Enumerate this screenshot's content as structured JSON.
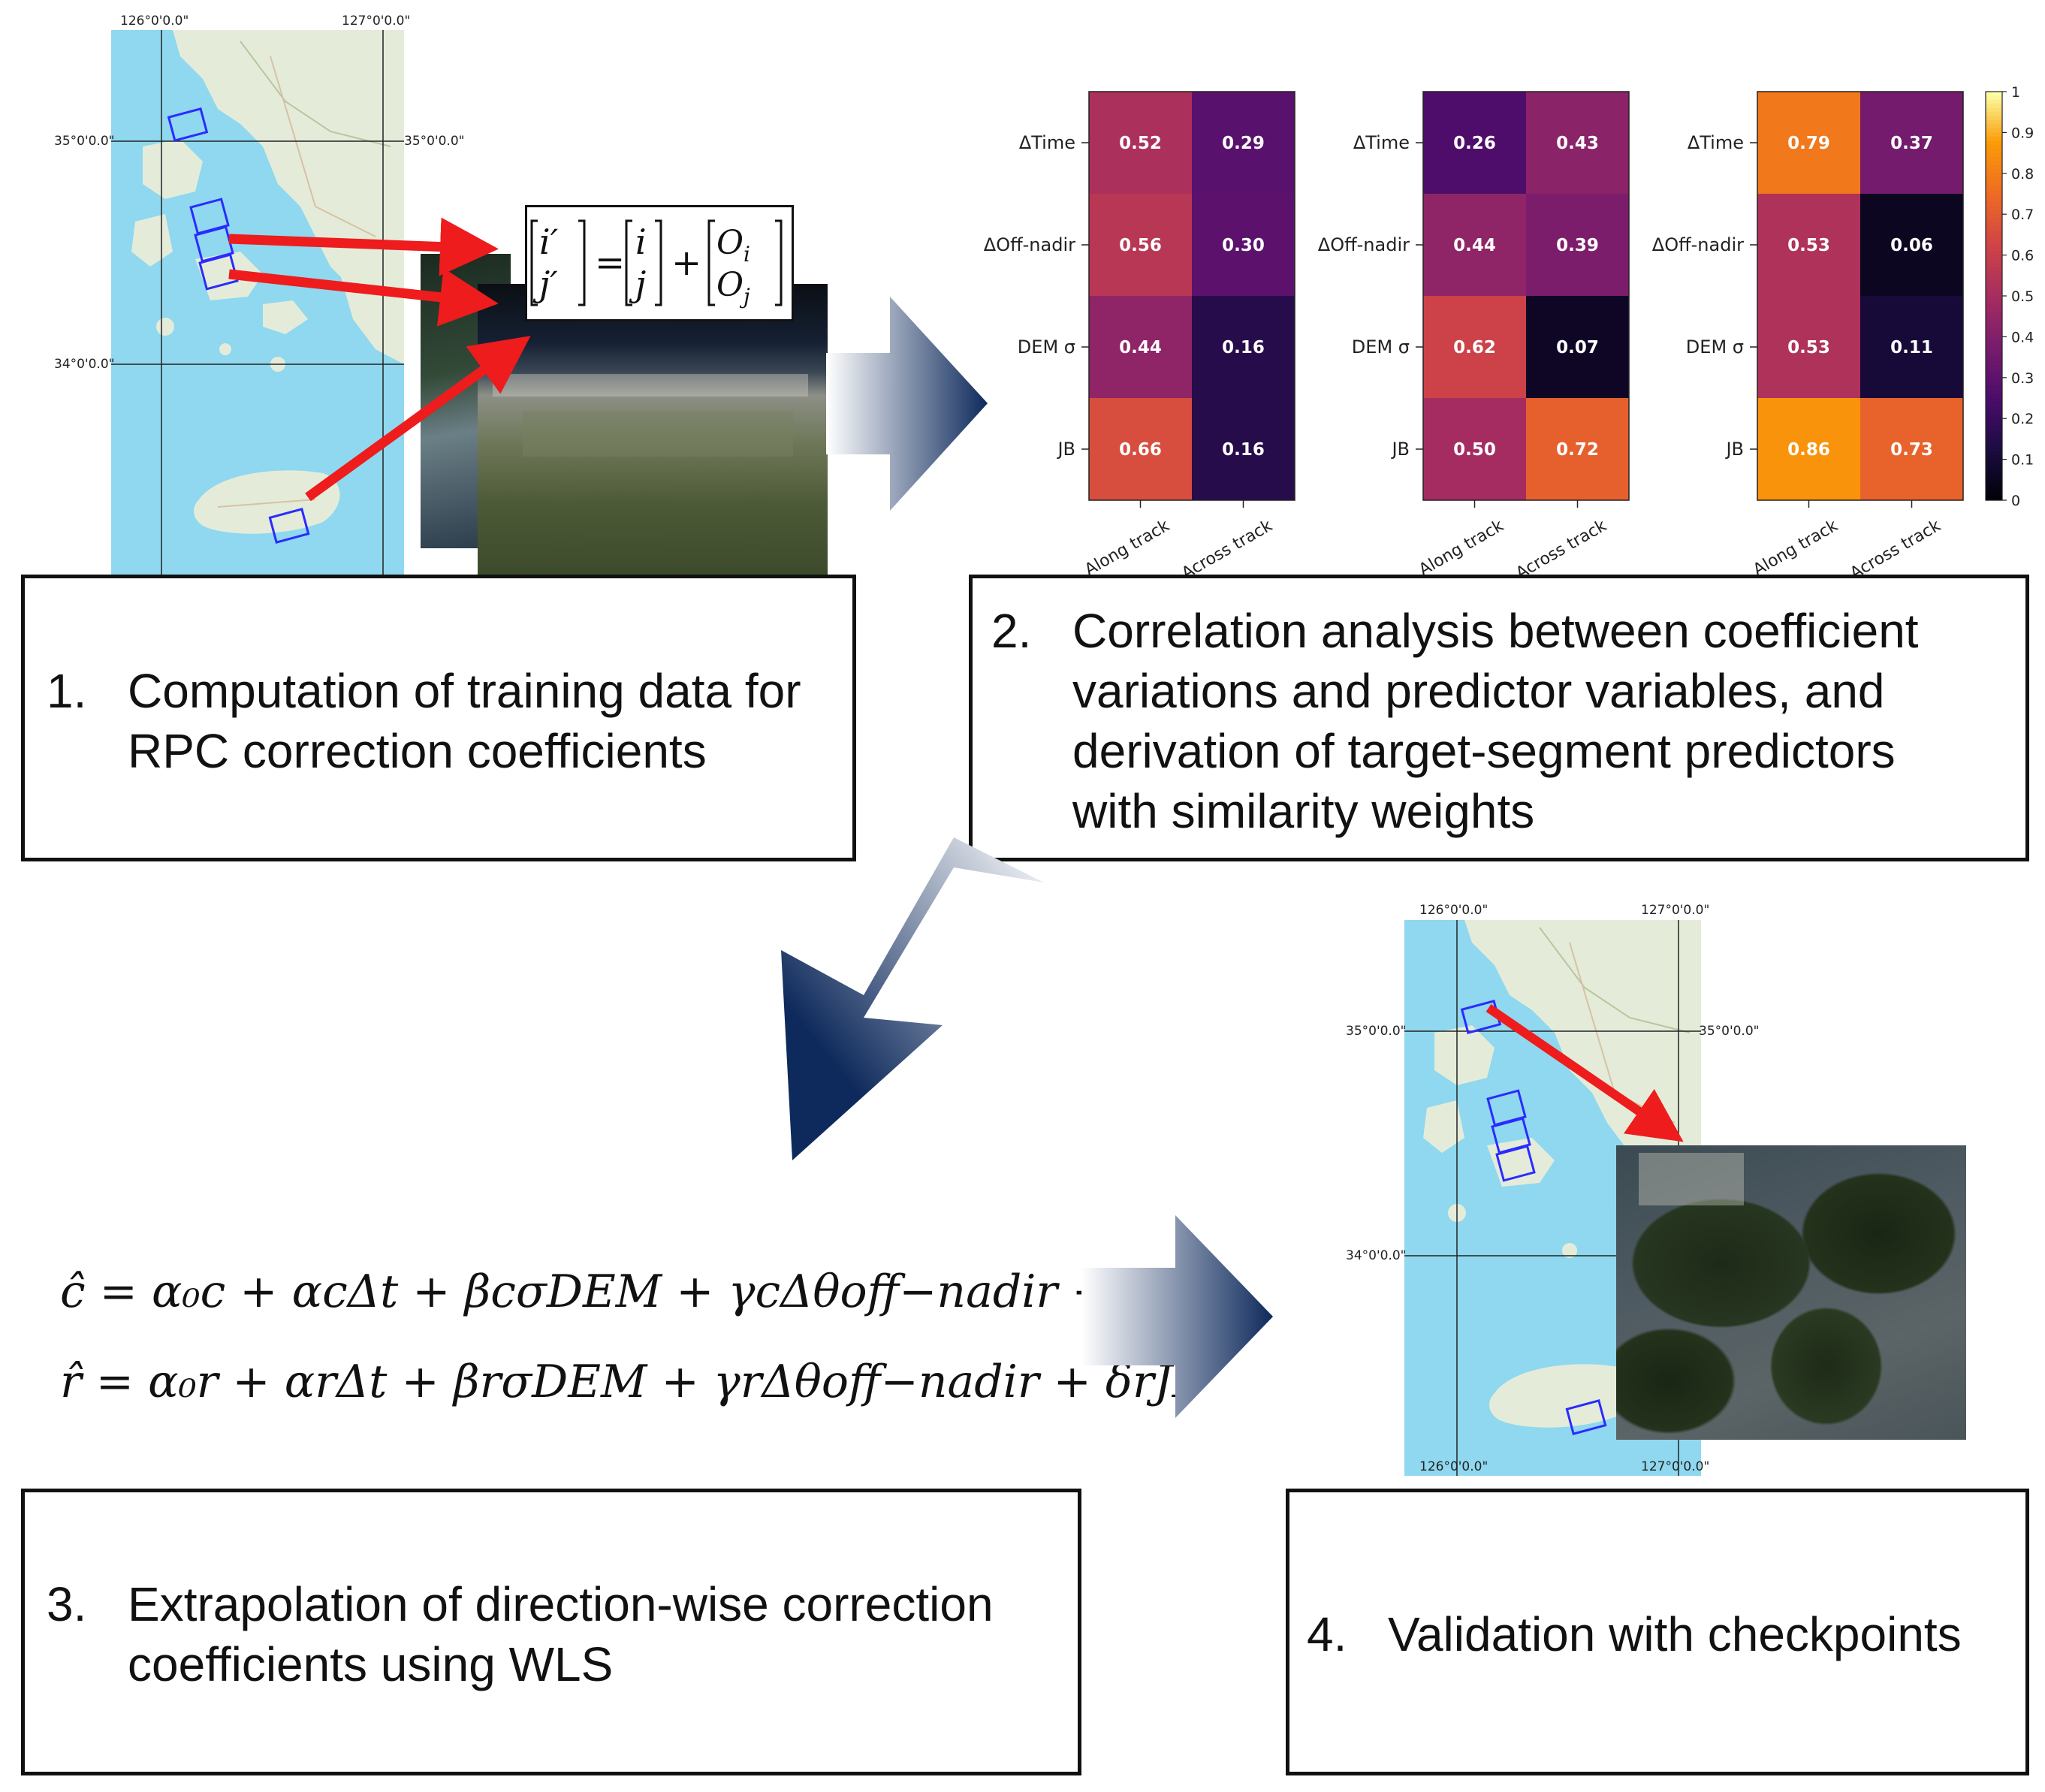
{
  "steps": [
    {
      "num": "1.",
      "lines": [
        "Computation of training data for",
        "RPC correction coefficients"
      ]
    },
    {
      "num": "2.",
      "lines": [
        "Correlation analysis between coefficient",
        "variations and predictor variables, and",
        "derivation of target-segment predictors",
        "with similarity weights"
      ]
    },
    {
      "num": "3.",
      "lines": [
        "Extrapolation of direction-wise correction",
        "coefficients using WLS"
      ]
    },
    {
      "num": "4.",
      "lines": [
        "Validation with checkpoints"
      ]
    }
  ],
  "map_coords": {
    "lon_126": "126°0'0.0\"",
    "lon_127": "127°0'0.0\"",
    "lat_35": "35°0'0.0\"",
    "lat_34": "34°0'0.0\""
  },
  "offset_equation": {
    "lhs_top": "i′",
    "lhs_bottom": "j′",
    "rhs1_top": "i",
    "rhs1_bottom": "j",
    "plus": "+",
    "equals": "=",
    "rhs2_top": "O",
    "rhs2_top_sub": "i",
    "rhs2_bottom": "O",
    "rhs2_bottom_sub": "j"
  },
  "chart_data": [
    {
      "type": "heatmap",
      "rows": [
        "ΔTime",
        "ΔOff-nadir",
        "DEM σ",
        "JB"
      ],
      "columns": [
        "Along track",
        "Across track"
      ],
      "values": [
        [
          0.52,
          0.29
        ],
        [
          0.56,
          0.3
        ],
        [
          0.44,
          0.16
        ],
        [
          0.66,
          0.16
        ]
      ]
    },
    {
      "type": "heatmap",
      "rows": [
        "ΔTime",
        "ΔOff-nadir",
        "DEM σ",
        "JB"
      ],
      "columns": [
        "Along track",
        "Across track"
      ],
      "values": [
        [
          0.26,
          0.43
        ],
        [
          0.44,
          0.39
        ],
        [
          0.62,
          0.07
        ],
        [
          0.5,
          0.72
        ]
      ]
    },
    {
      "type": "heatmap",
      "rows": [
        "ΔTime",
        "ΔOff-nadir",
        "DEM σ",
        "JB"
      ],
      "columns": [
        "Along track",
        "Across track"
      ],
      "values": [
        [
          0.79,
          0.37
        ],
        [
          0.53,
          0.06
        ],
        [
          0.53,
          0.11
        ],
        [
          0.86,
          0.73
        ]
      ],
      "colorbar_ticks": [
        "0",
        "0.1",
        "0.2",
        "0.3",
        "0.4",
        "0.5",
        "0.6",
        "0.7",
        "0.8",
        "0.9",
        "1"
      ]
    }
  ],
  "colors": {
    "arrow_red": "#ee1c1c",
    "flow_arrow": "#0e2a5c",
    "footprint": "#2b2bff",
    "sea": "#8fd8ef",
    "land": "#e3ebd8"
  },
  "regression": {
    "c_hat": "ĉ = α₀c + αcΔt + βcσDEM + γcΔθoff−nadir + δcJB",
    "r_hat": "r̂ = α₀r + αrΔt + βrσDEM + γrΔθoff−nadir + δrJB"
  }
}
